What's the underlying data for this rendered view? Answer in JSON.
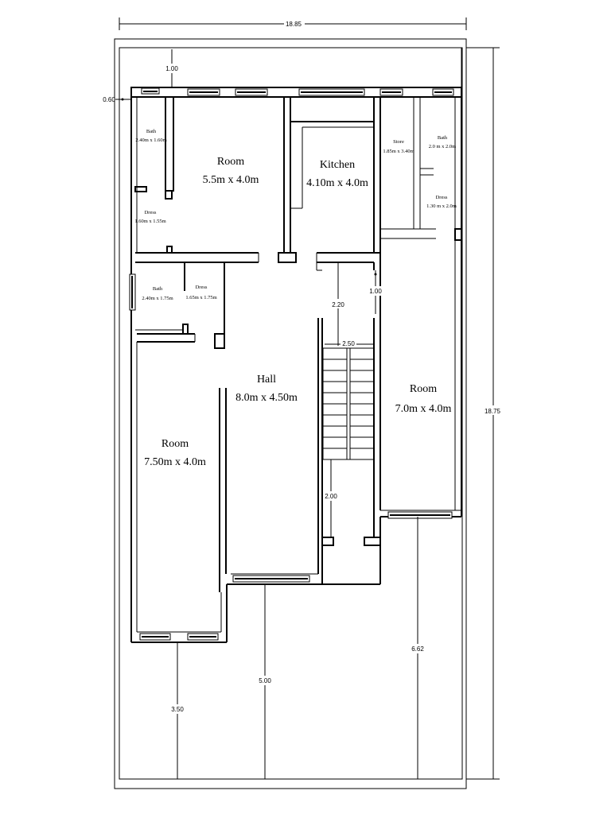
{
  "rooms": {
    "room_top": {
      "name": "Room",
      "size": "5.5m x 4.0m"
    },
    "kitchen": {
      "name": "Kitchen",
      "size": "4.10m x 4.0m"
    },
    "hall": {
      "name": "Hall",
      "size": "8.0m x 4.50m"
    },
    "room_left": {
      "name": "Room",
      "size": "7.50m x 4.0m"
    },
    "room_right": {
      "name": "Room",
      "size": "7.0m x 4.0m"
    },
    "bath_top_left": {
      "name": "Bath",
      "size": "2.40m x 1.60m"
    },
    "dress_top_left": {
      "name": "Dress",
      "size": "1.60m x 1.55m"
    },
    "store": {
      "name": "Store",
      "size": "1.85m x 3.40m"
    },
    "bath_top_right": {
      "name": "Bath",
      "size": "2.0 m x 2.0m"
    },
    "dress_top_right": {
      "name": "Dress",
      "size": "1.30 m x 2.0m"
    },
    "bath_mid_left": {
      "name": "Bath",
      "size": "2.40m x 1.75m"
    },
    "dress_mid_left": {
      "name": "Dress",
      "size": "1.65m x 1.75m"
    }
  },
  "dimensions": {
    "overall_width": "18.85",
    "overall_depth": "18.75",
    "top_setback": "1.00",
    "left_setback": "0.60",
    "hall_to_stair": "2.20",
    "stair_width": "2.50",
    "stair_landing": "1.00",
    "stair_bottom": "2.00",
    "front_left": "3.50",
    "front_center": "5.00",
    "front_right": "6.62"
  }
}
